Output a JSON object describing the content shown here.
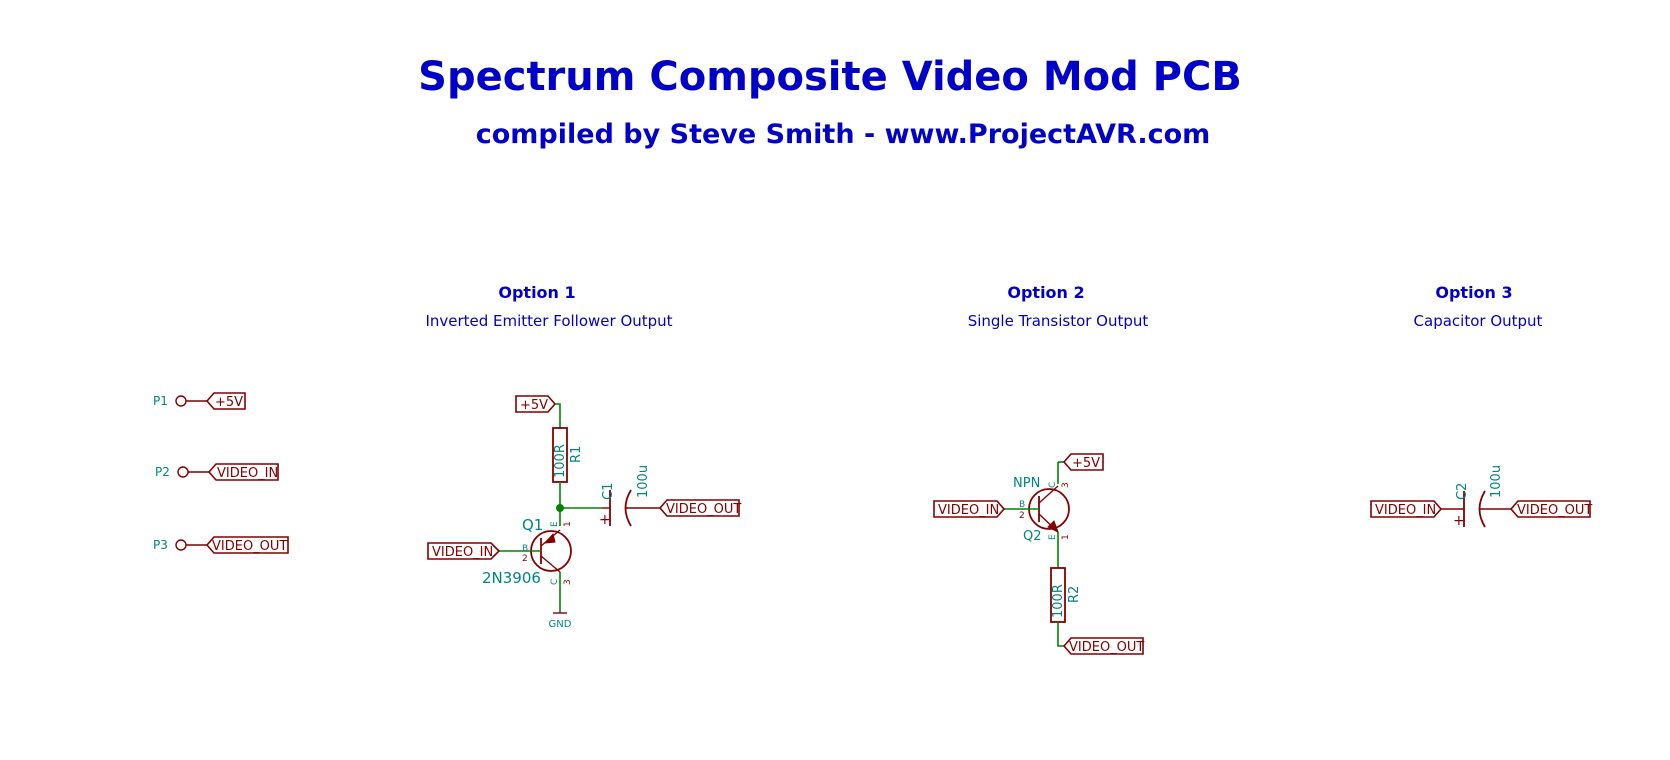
{
  "colors": {
    "notes": "#0000c8",
    "references": "#008484",
    "symbols": "#840000",
    "wires": "#008400",
    "background": "#ffffff"
  },
  "header": {
    "title": "Spectrum Composite Video Mod PCB",
    "subtitle": "compiled by Steve Smith - www.ProjectAVR.com"
  },
  "options": [
    {
      "heading": "Option 1",
      "caption": "Inverted Emitter Follower Output"
    },
    {
      "heading": "Option 2",
      "caption": "Single Transistor Output"
    },
    {
      "heading": "Option 3",
      "caption": "Capacitor Output"
    }
  ],
  "connector": {
    "pins": [
      {
        "ref": "P1",
        "net": "+5V"
      },
      {
        "ref": "P2",
        "net": "VIDEO_IN"
      },
      {
        "ref": "P3",
        "net": "VIDEO_OUT"
      }
    ]
  },
  "option1": {
    "supply": "+5V",
    "ground": "GND",
    "input": "VIDEO_IN",
    "output": "VIDEO_OUT",
    "resistor": {
      "ref": "R1",
      "value": "100R"
    },
    "capacitor": {
      "ref": "C1",
      "value": "100u"
    },
    "transistor": {
      "ref": "Q1",
      "value": "2N3906",
      "pin_b": "B",
      "pin_b_num": "2",
      "pin_e": "E",
      "pin_e_num": "1",
      "pin_c": "C",
      "pin_c_num": "3"
    }
  },
  "option2": {
    "supply": "+5V",
    "input": "VIDEO_IN",
    "output": "VIDEO_OUT",
    "resistor": {
      "ref": "R2",
      "value": "100R"
    },
    "transistor": {
      "ref": "Q2",
      "value": "NPN",
      "pin_b": "B",
      "pin_b_num": "2",
      "pin_c": "C",
      "pin_c_num": "3",
      "pin_e": "E",
      "pin_e_num": "1"
    }
  },
  "option3": {
    "input": "VIDEO_IN",
    "output": "VIDEO_OUT",
    "capacitor": {
      "ref": "C2",
      "value": "100u"
    }
  }
}
